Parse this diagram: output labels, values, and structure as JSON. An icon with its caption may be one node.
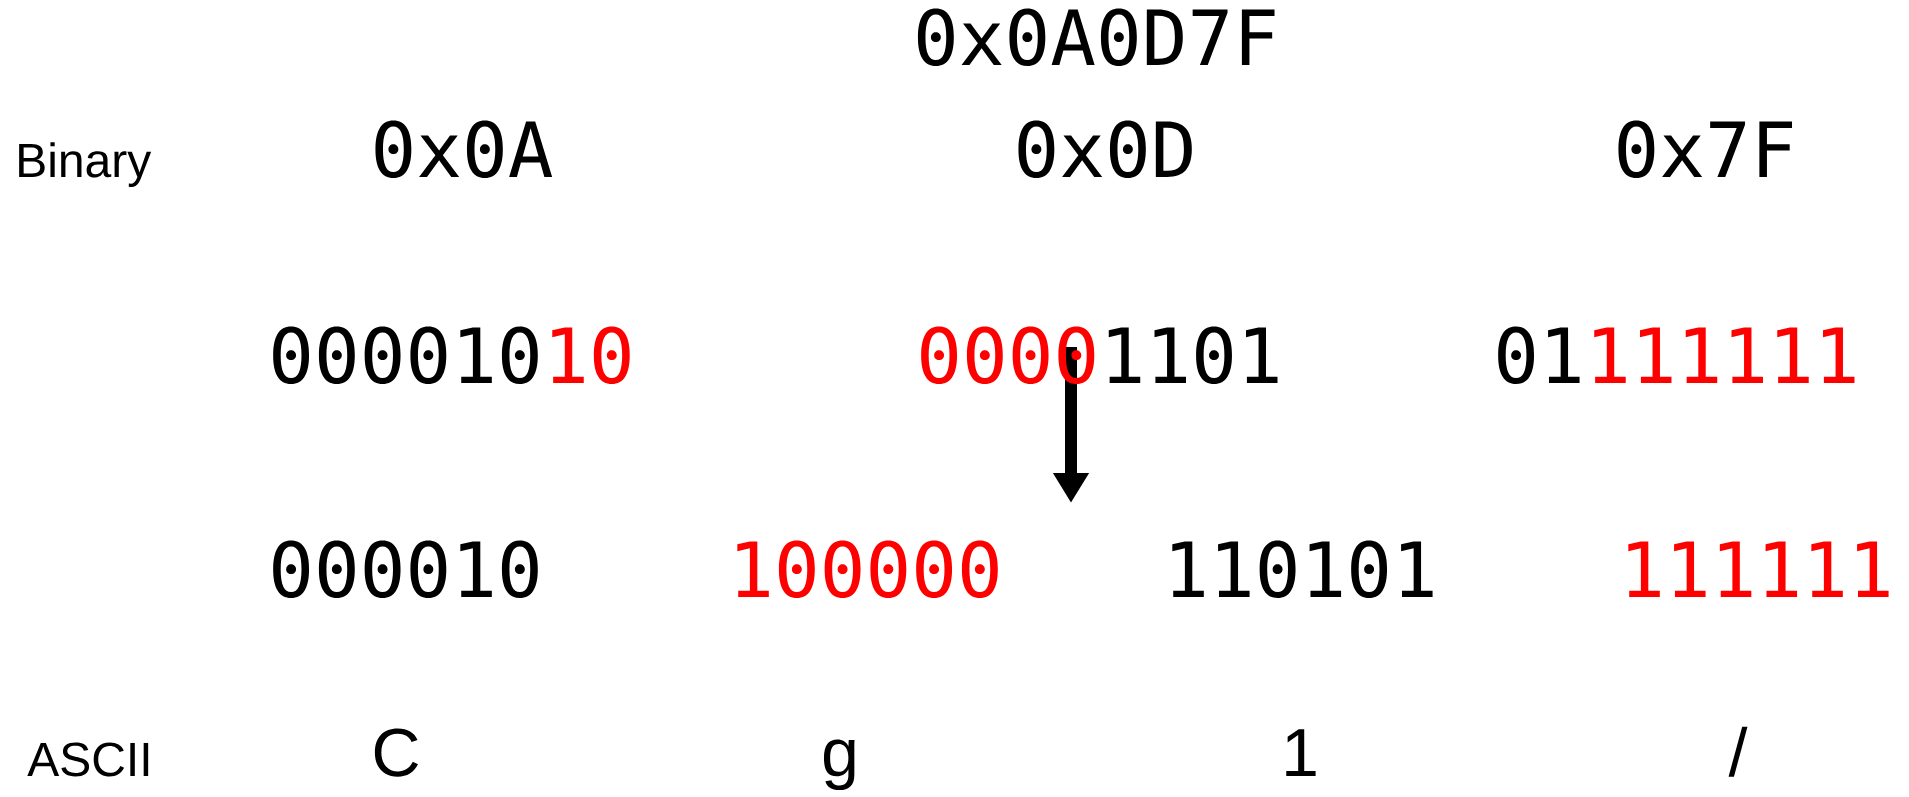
{
  "diagram": {
    "labels": [
      "0x0A0D7F",
      "Binary",
      "0x0A",
      "0x0D",
      "0x7F",
      "000010",
      "10",
      "0000",
      "1101",
      "01",
      "111111",
      "000010",
      "100000",
      "110101",
      "111111",
      "ASCII",
      "C",
      "g",
      "1",
      "/"
    ]
  }
}
